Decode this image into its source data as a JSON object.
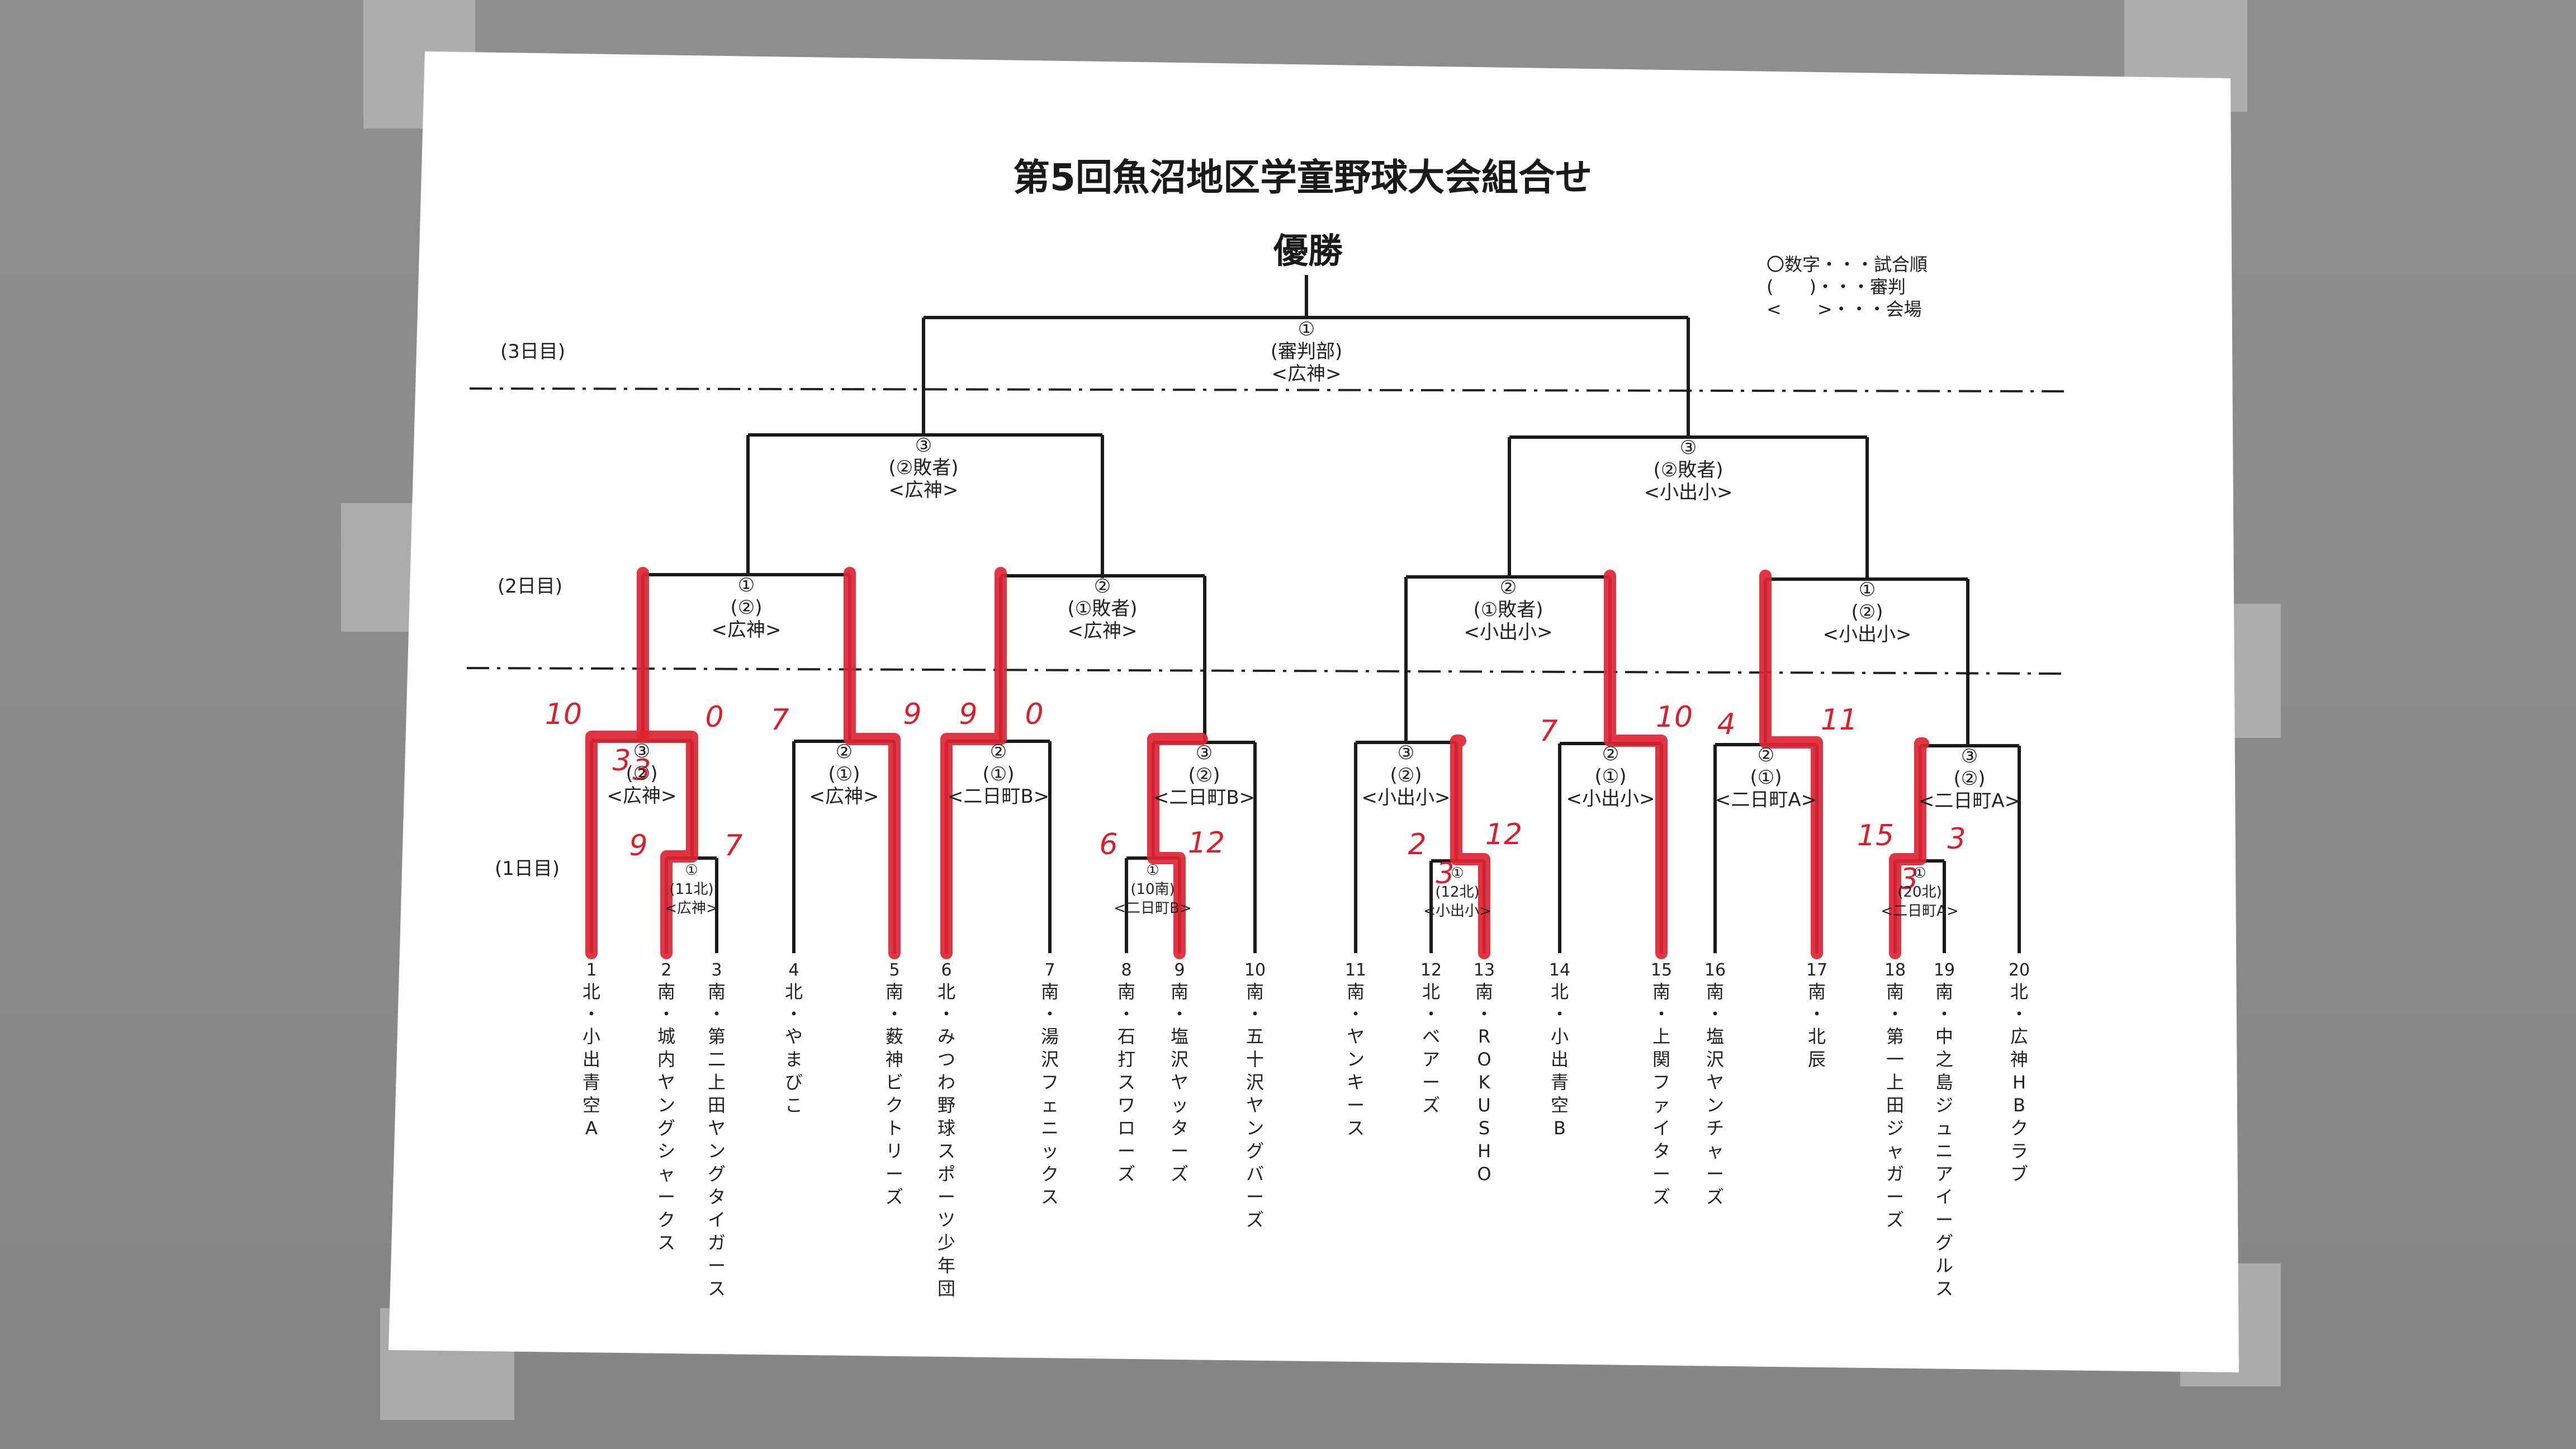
{
  "title": "第5回魚沼地区学童野球大会組合せ",
  "champion_label": "優勝",
  "legend": [
    "〇数字・・・試合順",
    "(　　)・・・審判",
    "<　　>・・・会場"
  ],
  "rounds": [
    "(3日目)",
    "(2日目)",
    "(1日目)"
  ],
  "final": [
    "①",
    "(審判部)",
    "<広神>"
  ],
  "semifinals": [
    [
      "③",
      "(②敗者)",
      "<広神>"
    ],
    [
      "③",
      "(②敗者)",
      "<小出小>"
    ]
  ],
  "quarterfinals": [
    [
      "①",
      "(②)",
      "<広神>"
    ],
    [
      "②",
      "(①敗者)",
      "<広神>"
    ],
    [
      "②",
      "(①敗者)",
      "<小出小>"
    ],
    [
      "①",
      "(②)",
      "<小出小>"
    ]
  ],
  "day1_upper": [
    [
      "③",
      "(②)",
      "<広神>"
    ],
    [
      "②",
      "(①)",
      "<広神>"
    ],
    [
      "②",
      "(①)",
      "<二日町B>"
    ],
    [
      "③",
      "(②)",
      "<二日町B>"
    ],
    [
      "③",
      "(②)",
      "<小出小>"
    ],
    [
      "②",
      "(①)",
      "<小出小>"
    ],
    [
      "②",
      "(①)",
      "<二日町A>"
    ],
    [
      "③",
      "(②)",
      "<二日町A>"
    ]
  ],
  "day1_lower": [
    [
      "①",
      "(11北)",
      "<広神>"
    ],
    [
      "①",
      "(10南)",
      "<二日町B>"
    ],
    [
      "①",
      "(12北)",
      "<小出小>"
    ],
    [
      "①",
      "(20北)",
      "<二日町A>"
    ]
  ],
  "teams": [
    {
      "num": "1",
      "div": "北",
      "name": "小出青空A"
    },
    {
      "num": "2",
      "div": "南",
      "name": "城内ヤングシャークス"
    },
    {
      "num": "3",
      "div": "南",
      "name": "第二上田ヤングタイガース"
    },
    {
      "num": "4",
      "div": "北",
      "name": "やまびこ"
    },
    {
      "num": "5",
      "div": "南",
      "name": "薮神ビクトリーズ"
    },
    {
      "num": "6",
      "div": "北",
      "name": "みつわ野球スポーツ少年団"
    },
    {
      "num": "7",
      "div": "南",
      "name": "湯沢フェニックス"
    },
    {
      "num": "8",
      "div": "南",
      "name": "石打スワローズ"
    },
    {
      "num": "9",
      "div": "南",
      "name": "塩沢ヤッターズ"
    },
    {
      "num": "10",
      "div": "南",
      "name": "五十沢ヤングバーズ"
    },
    {
      "num": "11",
      "div": "南",
      "name": "ヤンキース"
    },
    {
      "num": "12",
      "div": "北",
      "name": "ベアーズ"
    },
    {
      "num": "13",
      "div": "南",
      "name": "ROKUSHO"
    },
    {
      "num": "14",
      "div": "北",
      "name": "小出青空B"
    },
    {
      "num": "15",
      "div": "南",
      "name": "上関ファイターズ"
    },
    {
      "num": "16",
      "div": "南",
      "name": "塩沢ヤンチャーズ"
    },
    {
      "num": "17",
      "div": "南",
      "name": "北辰"
    },
    {
      "num": "18",
      "div": "南",
      "name": "第一上田ジャガーズ"
    },
    {
      "num": "19",
      "div": "南",
      "name": "中之島ジュニアイーグルス"
    },
    {
      "num": "20",
      "div": "北",
      "name": "広神HBクラブ"
    }
  ],
  "scores": [
    "10",
    "0",
    "7",
    "9",
    "9",
    "0",
    "9",
    "7",
    "6",
    "12",
    "2",
    "12",
    "7",
    "10",
    "4",
    "11",
    "15",
    "3",
    "3",
    "3",
    "3",
    "3"
  ],
  "colors": {
    "paper": "#ffffff",
    "ink": "#1a1a1a",
    "marker": "#e02433",
    "wall": "#8c8c8a"
  }
}
